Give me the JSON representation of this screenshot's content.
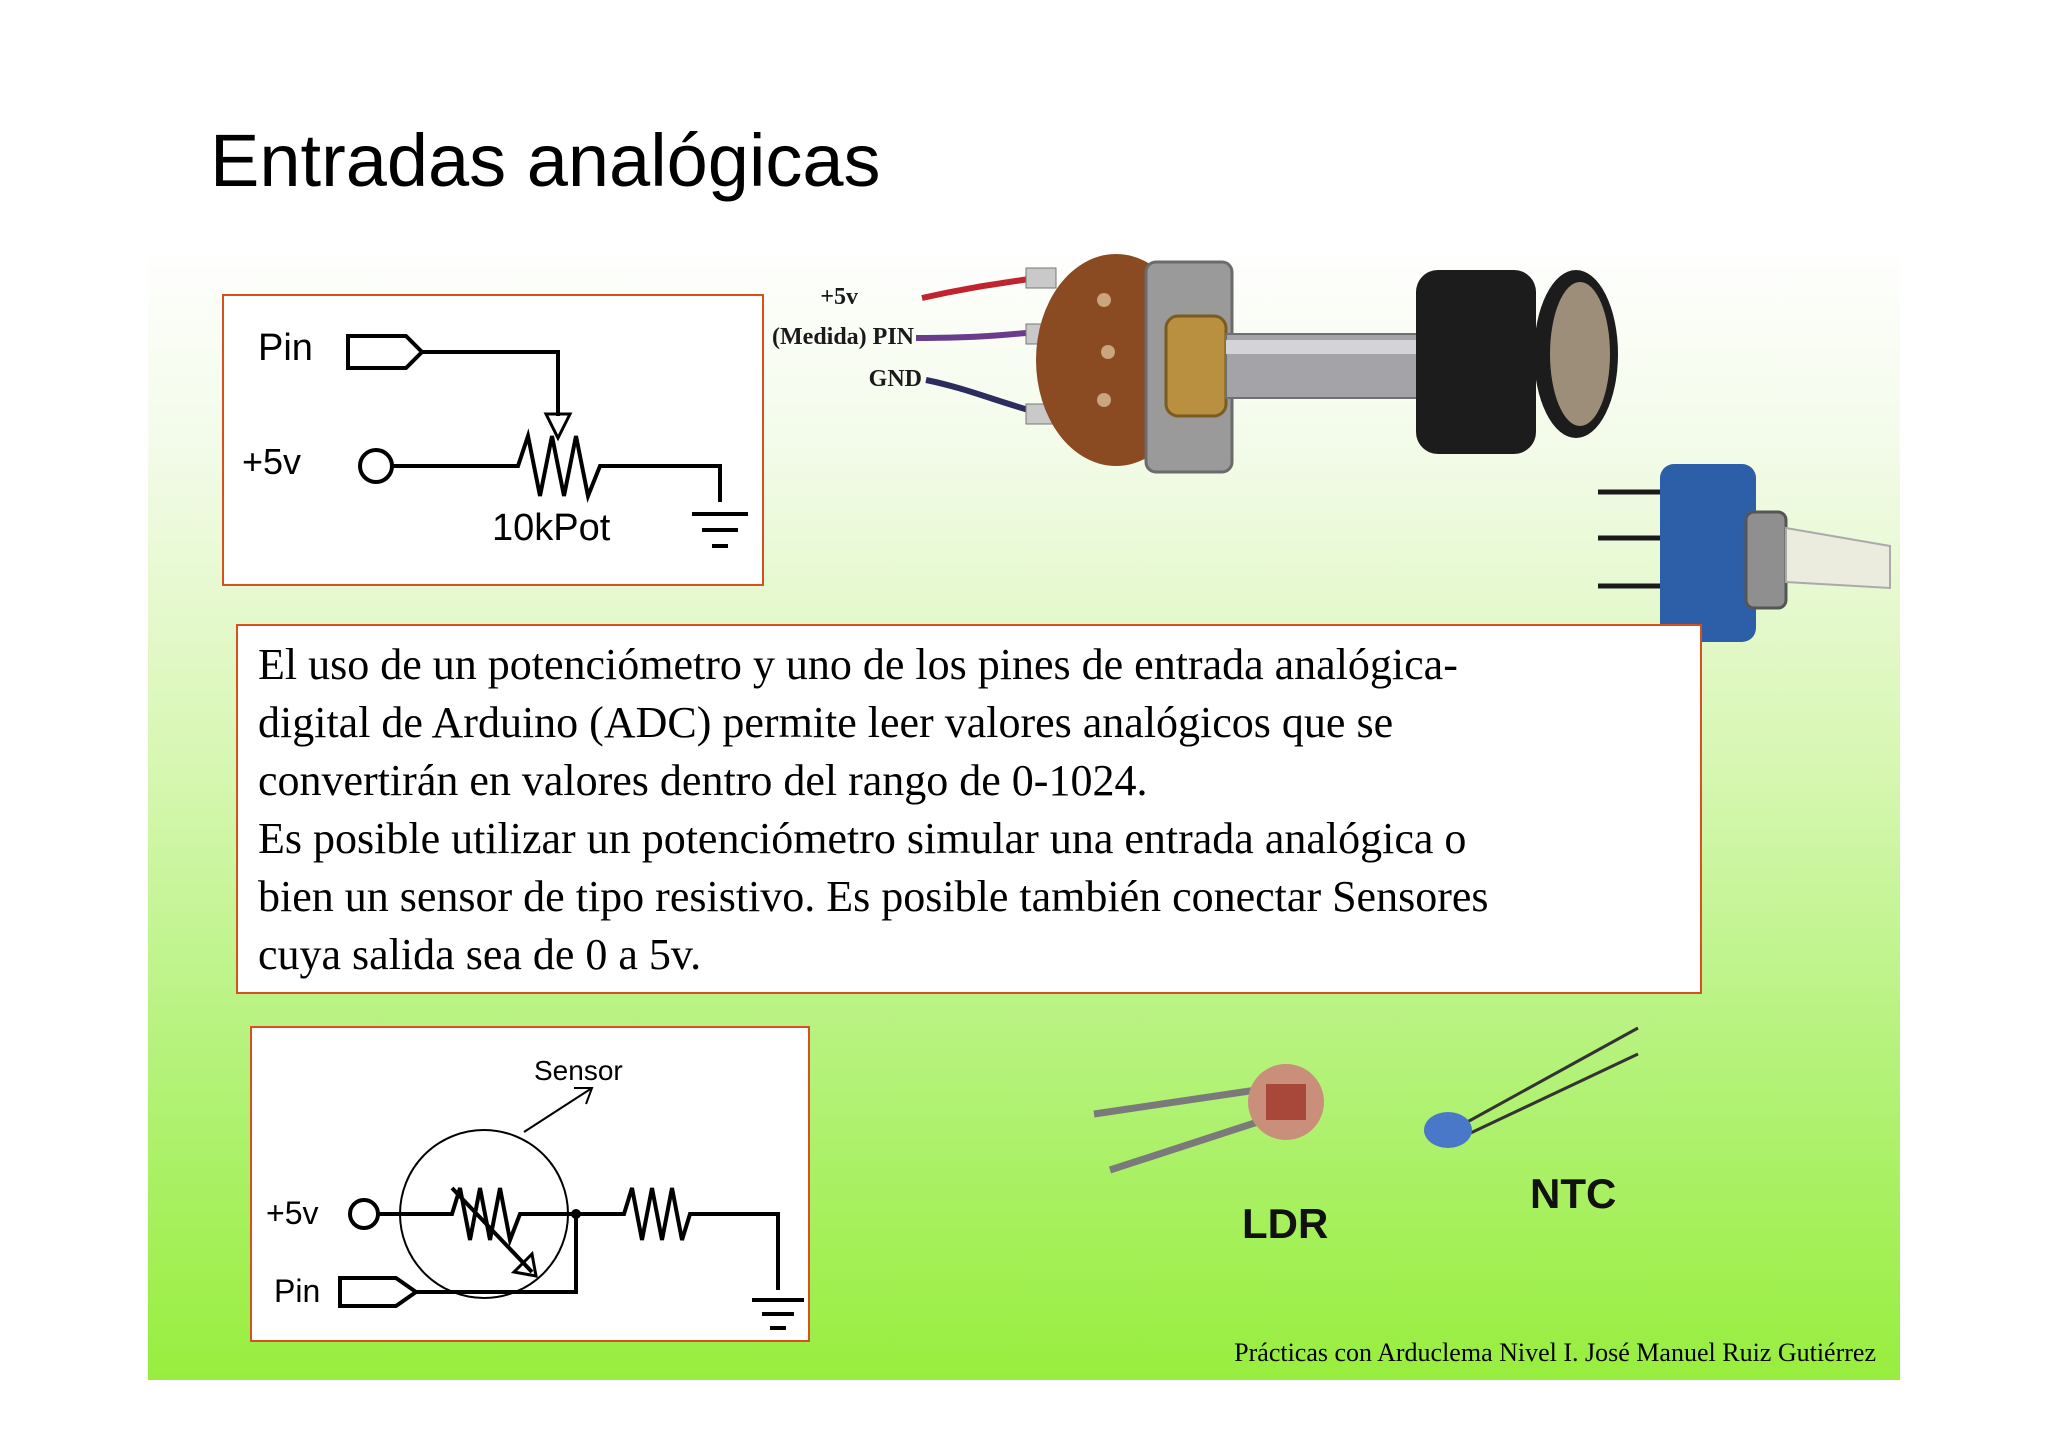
{
  "title": "Entradas analógicas",
  "pot_schematic": {
    "pin_label": "Pin",
    "vcc_label": "+5v",
    "pot_label": "10kPot"
  },
  "pot_photo": {
    "vcc_label": "+5v",
    "pin_label": "(Medida) PIN",
    "gnd_label": "GND"
  },
  "description": {
    "text": "El uso de un potenciómetro y uno de los pines de entrada analógica-\ndigital de Arduino (ADC) permite leer valores analógicos que se\nconvertirán en valores dentro del rango de  0-1024.\nEs posible utilizar un potenciómetro simular una entrada analógica o\nbien un sensor de tipo resistivo. Es posible también conectar Sensores\ncuya salida sea de 0 a 5v."
  },
  "sensor_schematic": {
    "sensor_label": "Sensor",
    "vcc_label": "+5v",
    "pin_label": "Pin"
  },
  "components": {
    "ldr_label": "LDR",
    "ntc_label": "NTC"
  },
  "footer": "Prácticas con Arduclema Nivel I.  José Manuel Ruiz Gutiérrez",
  "colors": {
    "box_border": "#d9501f",
    "background_bottom": "#98ee3e"
  }
}
